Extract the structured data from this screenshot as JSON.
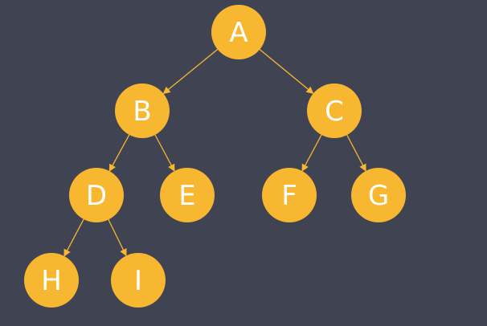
{
  "diagram": {
    "colors": {
      "background": "#404452",
      "node_fill": "#F7B731",
      "edge": "#F7B731",
      "label": "#FFFFFF"
    },
    "nodes": [
      {
        "id": "A",
        "label": "A"
      },
      {
        "id": "B",
        "label": "B"
      },
      {
        "id": "C",
        "label": "C"
      },
      {
        "id": "D",
        "label": "D"
      },
      {
        "id": "E",
        "label": "E"
      },
      {
        "id": "F",
        "label": "F"
      },
      {
        "id": "G",
        "label": "G"
      },
      {
        "id": "H",
        "label": "H"
      },
      {
        "id": "I",
        "label": "I"
      }
    ],
    "edges": [
      {
        "from": "A",
        "to": "B"
      },
      {
        "from": "A",
        "to": "C"
      },
      {
        "from": "B",
        "to": "D"
      },
      {
        "from": "B",
        "to": "E"
      },
      {
        "from": "C",
        "to": "F"
      },
      {
        "from": "C",
        "to": "G"
      },
      {
        "from": "D",
        "to": "H"
      },
      {
        "from": "D",
        "to": "I"
      }
    ]
  }
}
